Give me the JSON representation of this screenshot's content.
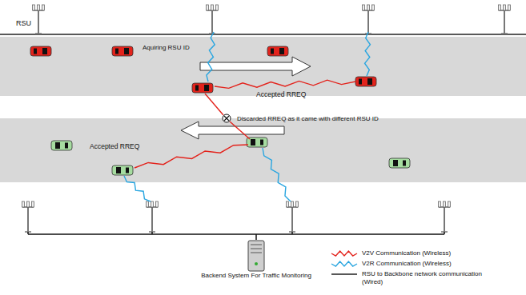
{
  "diagram": {
    "nodes": [
      {
        "text": [
          "Backend System For Traffic Monitoring"
        ]
      }
    ],
    "labels": [
      "RSU",
      "Aquiring RSU ID",
      "Accepted RREQ",
      "Discarded RREQ as it came with different RSU ID",
      "Accepted RREQ"
    ],
    "legend": [
      {
        "text": "V2V Communication (Wireless)"
      },
      {
        "text": "V2R Communication (Wireless)"
      },
      {
        "text": "RSU to Backbone network communication (Wired)"
      }
    ]
  }
}
